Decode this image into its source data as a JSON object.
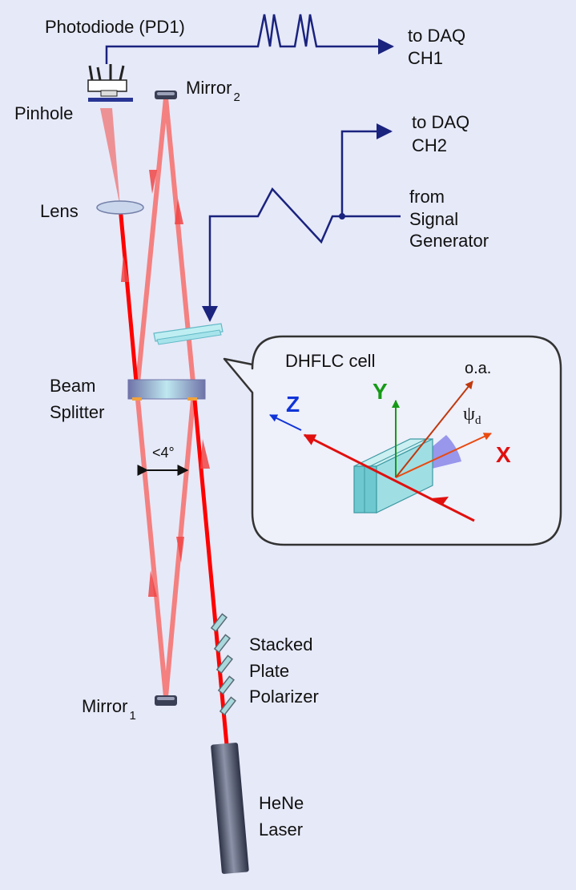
{
  "labels": {
    "photodiode": "Photodiode (PD1)",
    "pinhole": "Pinhole",
    "mirror2_main": "Mirror",
    "mirror2_sub": "2",
    "lens": "Lens",
    "beam_splitter_1": "Beam",
    "beam_splitter_2": "Splitter",
    "angle": "<4°",
    "mirror1_main": "Mirror",
    "mirror1_sub": "1",
    "polarizer_1": "Stacked",
    "polarizer_2": "Plate",
    "polarizer_3": "Polarizer",
    "laser_1": "HeNe",
    "laser_2": "Laser",
    "daq_ch1_1": "to DAQ",
    "daq_ch1_2": "CH1",
    "daq_ch2_1": "to DAQ",
    "daq_ch2_2": "CH2",
    "siggen_1": "from",
    "siggen_2": "Signal",
    "siggen_3": "Generator"
  },
  "inset": {
    "title": "DHFLC cell",
    "axis_z": "Z",
    "axis_y": "Y",
    "axis_x": "X",
    "optic_axis": "o.a.",
    "psi": "ψ",
    "psi_sub": "d"
  },
  "colors": {
    "background": "#e6e9f8",
    "beam_strong": "#ff0000",
    "beam_weak": "#f48080",
    "signal_line": "#1a237e",
    "axis_z": "#1034d8",
    "axis_y": "#169a16",
    "axis_x": "#e0100e",
    "optic_axis": "#c0390e",
    "cell": "#7fd6dc"
  }
}
